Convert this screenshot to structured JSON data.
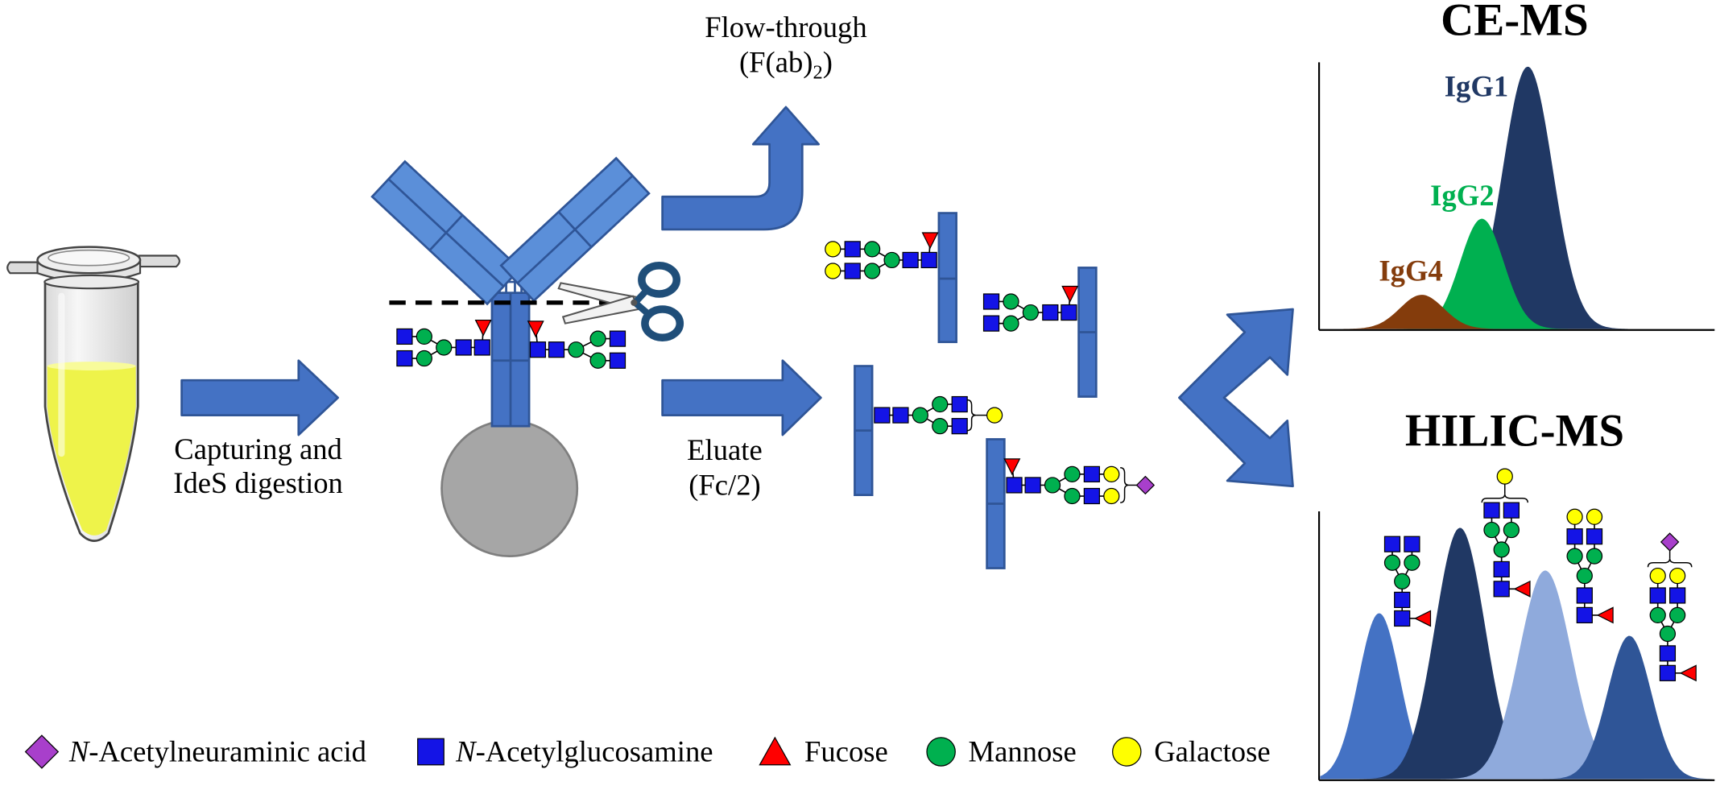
{
  "steps": {
    "capture": {
      "line1": "Capturing and",
      "line2": "IdeS digestion"
    },
    "flow_through": {
      "line1": "Flow-through",
      "line2_prefix": "(F(ab)",
      "line2_subscript": "2",
      "line2_suffix": ")"
    },
    "eluate": {
      "line1": "Eluate",
      "line2": "(Fc/2)"
    }
  },
  "ce_ms": {
    "title": "CE-MS",
    "peaks": [
      {
        "label": "IgG1",
        "color": "#203864",
        "relative_intensity": 1.0
      },
      {
        "label": "IgG2",
        "color": "#00B050",
        "relative_intensity": 0.42
      },
      {
        "label": "IgG4",
        "color": "#843C0C",
        "relative_intensity": 0.13
      }
    ]
  },
  "hilic_ms": {
    "title": "HILIC-MS",
    "peaks": [
      {
        "color": "#4472C4",
        "relative_intensity": 0.66
      },
      {
        "color": "#203864",
        "relative_intensity": 1.0
      },
      {
        "color": "#8FAADC",
        "relative_intensity": 0.83
      },
      {
        "color": "#2F5597",
        "relative_intensity": 0.57
      }
    ]
  },
  "legend": [
    {
      "icon": "neuraminic-acid-diamond-icon",
      "italic": "N",
      "text": "-Acetylneuraminic acid",
      "color": "#A83FCB"
    },
    {
      "icon": "glcnac-square-icon",
      "italic": "N",
      "text": "-Acetylglucosamine",
      "color": "#1414E6"
    },
    {
      "icon": "fucose-triangle-icon",
      "text": "Fucose",
      "color": "#FF0000"
    },
    {
      "icon": "mannose-circle-icon",
      "text": "Mannose",
      "color": "#00B04F"
    },
    {
      "icon": "galactose-circle-icon",
      "text": "Galactose",
      "color": "#FFFF00"
    }
  ],
  "colors": {
    "arrow": "#4472C4",
    "antibody_arm": "#5B8FD9",
    "antibody_stem": "#4472C4",
    "bead": "#A6A6A6",
    "liquid": "#EEF34A",
    "scissors_handle": "#1F4E79"
  }
}
